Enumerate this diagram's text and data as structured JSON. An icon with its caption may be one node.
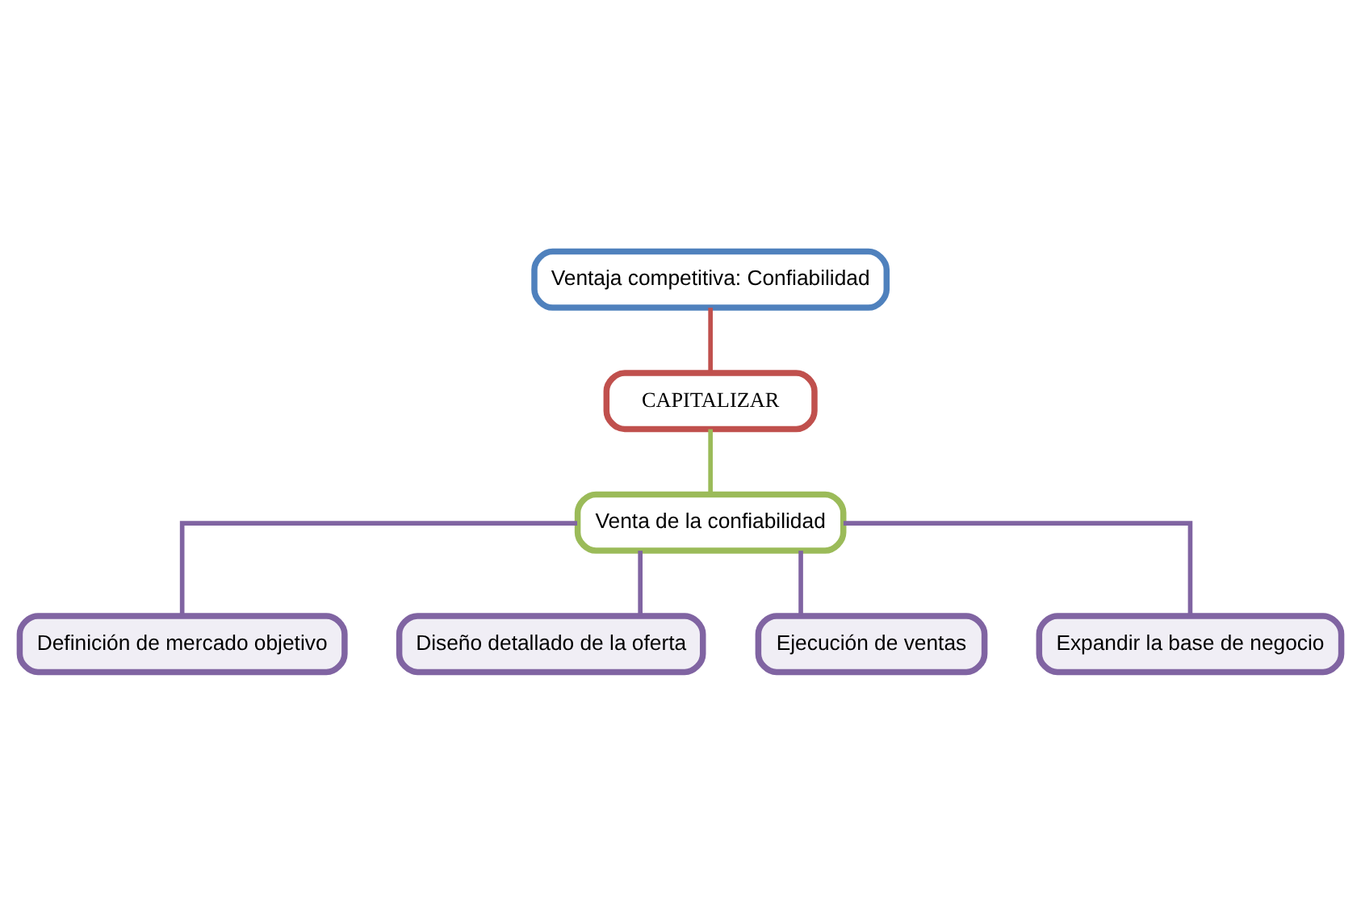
{
  "diagram": {
    "nodes": [
      {
        "text": [
          "Ventaja competitiva: Confiabilidad"
        ]
      },
      {
        "text": [
          "CAPITALIZAR"
        ]
      },
      {
        "text": [
          "Venta de la confiabilidad"
        ]
      },
      {
        "text": [
          "Definición de mercado objetivo"
        ]
      },
      {
        "text": [
          "Diseño detallado de la oferta"
        ]
      },
      {
        "text": [
          "Ejecución de ventas"
        ]
      },
      {
        "text": [
          "Expandir la base de negocio"
        ]
      }
    ],
    "edges": [
      {
        "from": 0,
        "to": 1,
        "arrow": "none",
        "color": "#c0504d"
      },
      {
        "from": 1,
        "to": 2,
        "arrow": "none",
        "color": "#9bbb59"
      },
      {
        "from": 2,
        "to": 3,
        "arrow": "none"
      },
      {
        "from": 2,
        "to": 4,
        "arrow": "none"
      },
      {
        "from": 2,
        "to": 5,
        "arrow": "none"
      },
      {
        "from": 2,
        "to": 6,
        "arrow": "none"
      }
    ]
  }
}
